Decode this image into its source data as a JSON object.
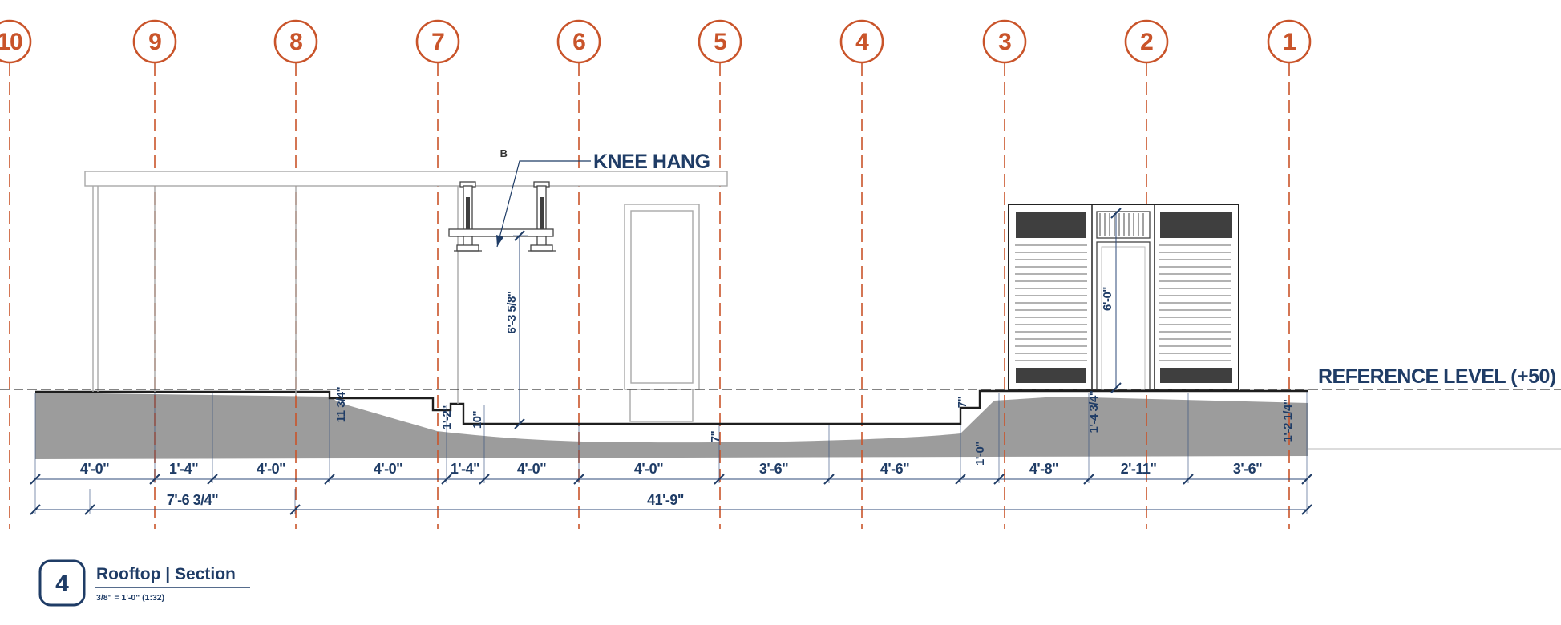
{
  "grids": [
    {
      "label": "10"
    },
    {
      "label": "9"
    },
    {
      "label": "8"
    },
    {
      "label": "7"
    },
    {
      "label": "6"
    },
    {
      "label": "5"
    },
    {
      "label": "4"
    },
    {
      "label": "3"
    },
    {
      "label": "2"
    },
    {
      "label": "1"
    }
  ],
  "labels": {
    "knee_hang": "KNEE HANG",
    "knee_hang_tag": "B",
    "reference_level": "REFERENCE LEVEL (+50)"
  },
  "dimensions": {
    "chain": [
      {
        "label": "4'-0\""
      },
      {
        "label": "1'-4\""
      },
      {
        "label": "4'-0\""
      },
      {
        "label": "4'-0\""
      },
      {
        "label": "1'-4\""
      },
      {
        "label": "4'-0\""
      },
      {
        "label": "4'-0\""
      },
      {
        "label": "3'-6\""
      },
      {
        "label": "4'-6\""
      },
      {
        "label": "1'-0\""
      },
      {
        "label": "4'-8\""
      },
      {
        "label": "2'-11\""
      },
      {
        "label": "3'-6\""
      }
    ],
    "subtotal": {
      "label": "7'-6 3/4\""
    },
    "total": {
      "label": "41'-9\""
    },
    "vertical": [
      {
        "label": "6'-3 5/8\""
      },
      {
        "label": "6'-0\""
      }
    ],
    "annotations": [
      {
        "label": "11 3/4\""
      },
      {
        "label": "1'-2\""
      },
      {
        "label": "10\""
      },
      {
        "label": "7\""
      },
      {
        "label": "7\""
      },
      {
        "label": "1'-4 3/4\""
      },
      {
        "label": "1'-2 1/4\""
      }
    ]
  },
  "title_block": {
    "number": "4",
    "title": "Rooftop | Section",
    "scale": "3/8\" = 1'-0\" (1:32)"
  },
  "colors": {
    "grid": "#C9542A",
    "annotation": "#1F3C66",
    "ground": "#9C9C9C"
  }
}
